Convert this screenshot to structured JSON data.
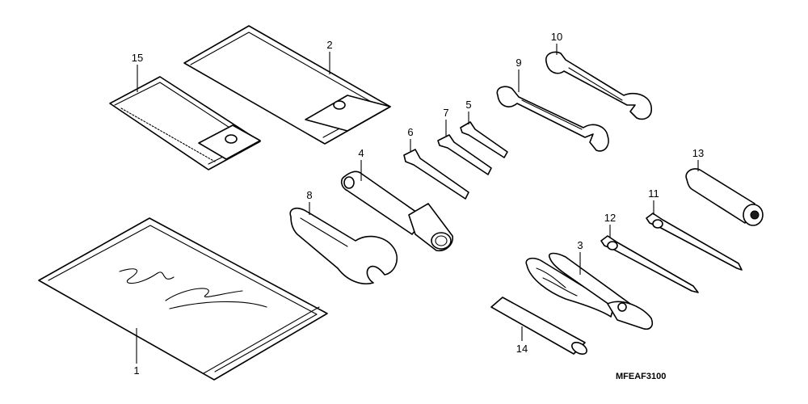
{
  "callouts": {
    "c1": "1",
    "c2": "2",
    "c3": "3",
    "c4": "4",
    "c5": "5",
    "c6": "6",
    "c7": "7",
    "c8": "8",
    "c9": "9",
    "c10": "10",
    "c11": "11",
    "c12": "12",
    "c13": "13",
    "c14": "14",
    "c15": "15"
  },
  "drawing_code": "MFEAF3100",
  "colors": {
    "line": "#000000",
    "background": "#ffffff"
  }
}
